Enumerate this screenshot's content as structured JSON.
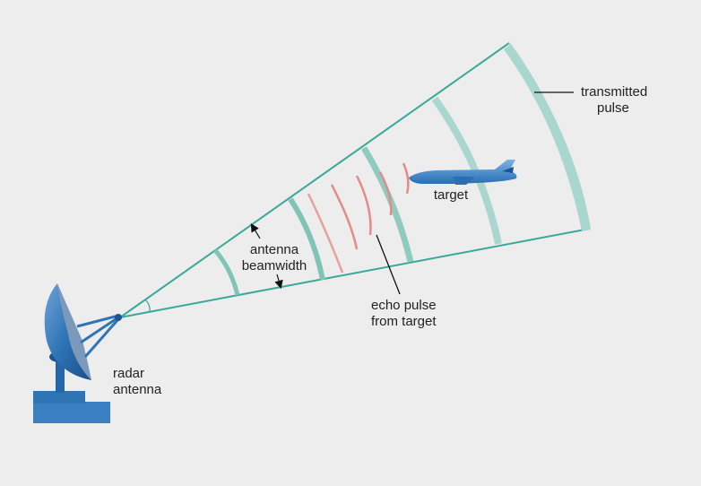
{
  "labels": {
    "transmitted_pulse": [
      "transmitted",
      "pulse"
    ],
    "target": "target",
    "antenna_beamwidth": [
      "antenna",
      "beamwidth"
    ],
    "echo_pulse": [
      "echo pulse",
      "from target"
    ],
    "radar_antenna": [
      "radar",
      "antenna"
    ]
  },
  "colors": {
    "background": "#ededed",
    "beam_edge": "#3aa89a",
    "transmitted_pulse": "#a9d6ce",
    "transmitted_pulse_near": "#7fc4b7",
    "echo_pulse": "#e48b88",
    "antenna_blue": "#2f74b5",
    "antenna_dark": "#1d5592",
    "label_text": "#222222",
    "leader_line": "#111111"
  },
  "icons": [
    "radar-dish-icon",
    "airplane-icon",
    "arrow-icon"
  ]
}
